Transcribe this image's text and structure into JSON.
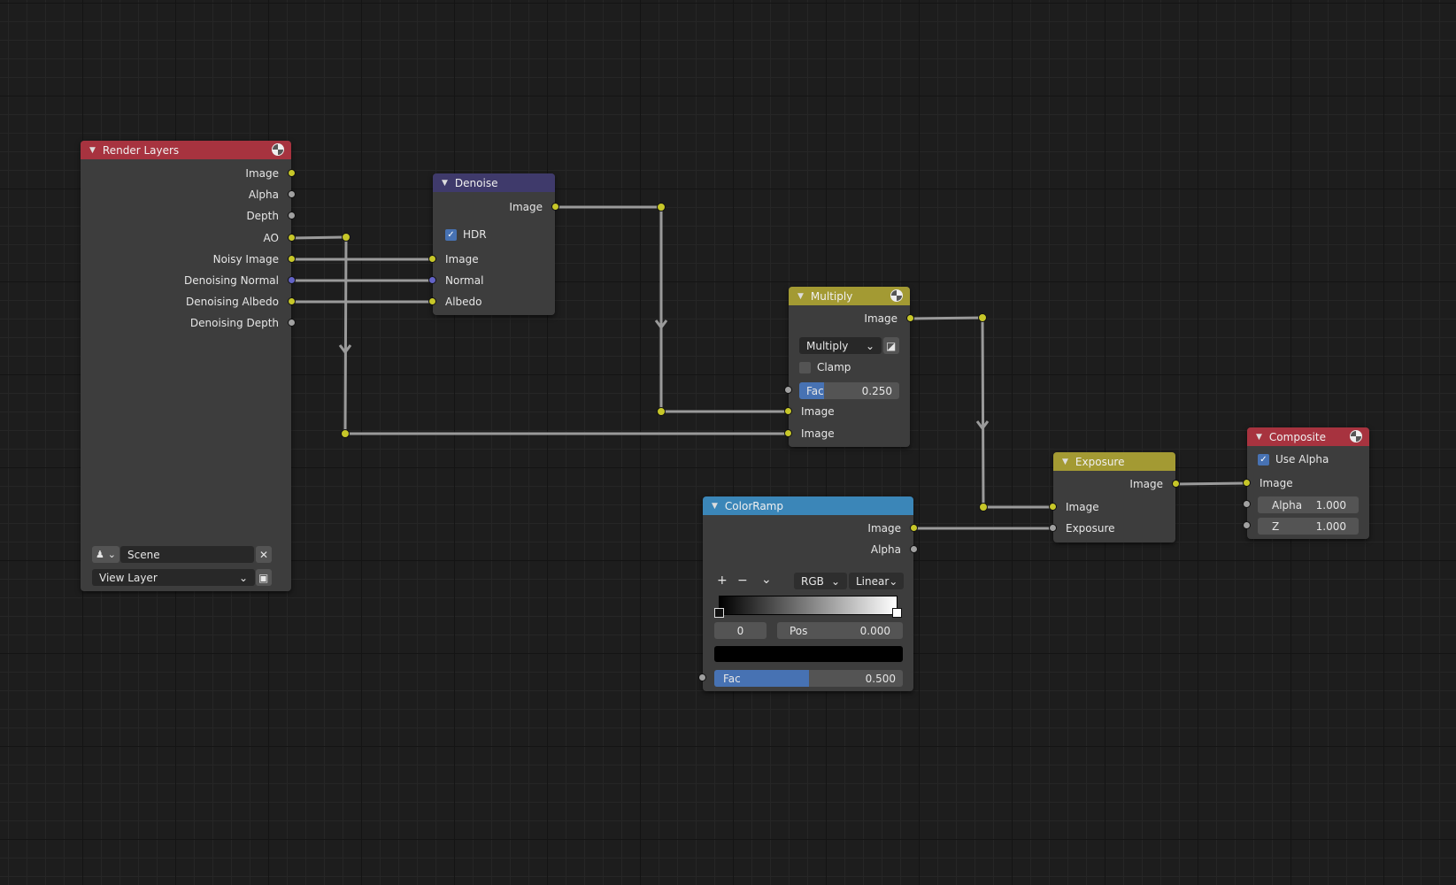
{
  "colors": {
    "render_layers": "#a7333f",
    "denoise": "#3f3a6b",
    "multiply": "#a39a33",
    "colorramp": "#3b86b8",
    "exposure": "#a39a33",
    "composite": "#a7333f",
    "socket_color": "#c7c729",
    "socket_gray": "#a1a1a1",
    "socket_vector": "#6363c7"
  },
  "render_layers": {
    "title": "Render Layers",
    "outputs": [
      "Image",
      "Alpha",
      "Depth",
      "AO",
      "Noisy Image",
      "Denoising Normal",
      "Denoising Albedo",
      "Denoising Depth"
    ],
    "scene": "Scene",
    "view_layer": "View Layer"
  },
  "denoise": {
    "title": "Denoise",
    "output": "Image",
    "hdr_label": "HDR",
    "hdr_checked": true,
    "inputs": [
      "Image",
      "Normal",
      "Albedo"
    ]
  },
  "multiply": {
    "title": "Multiply",
    "output": "Image",
    "blend_mode": "Multiply",
    "clamp_label": "Clamp",
    "clamp_checked": false,
    "fac_label": "Fac",
    "fac_value": "0.250",
    "fac_fraction": 0.25,
    "inputs": [
      "Image",
      "Image"
    ]
  },
  "colorramp": {
    "title": "ColorRamp",
    "outputs": [
      "Image",
      "Alpha"
    ],
    "add": "+",
    "remove": "−",
    "menu": "⌄",
    "color_mode": "RGB",
    "interpolation": "Linear",
    "stop_index": "0",
    "pos_label": "Pos",
    "pos_value": "0.000",
    "fac_label": "Fac",
    "fac_value": "0.500",
    "fac_fraction": 0.5
  },
  "exposure": {
    "title": "Exposure",
    "output": "Image",
    "inputs": [
      "Image",
      "Exposure"
    ]
  },
  "composite": {
    "title": "Composite",
    "use_alpha_label": "Use Alpha",
    "use_alpha_checked": true,
    "input": "Image",
    "alpha_label": "Alpha",
    "alpha_value": "1.000",
    "z_label": "Z",
    "z_value": "1.000"
  }
}
